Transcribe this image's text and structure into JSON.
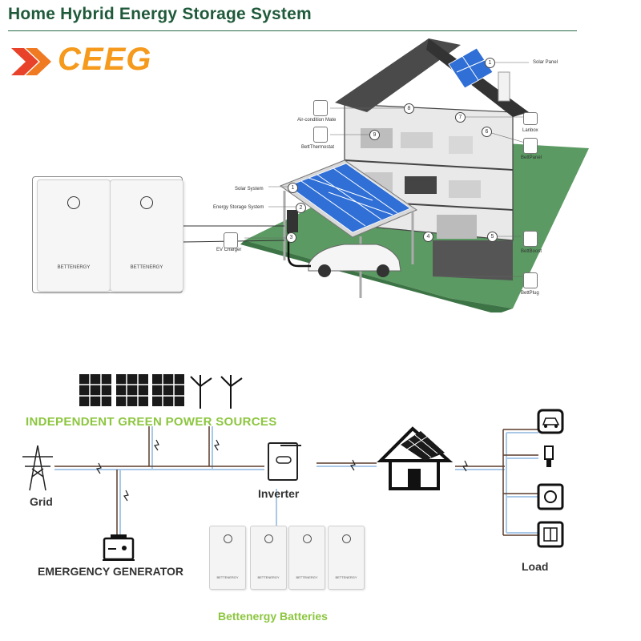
{
  "header": {
    "title": "Home Hybrid Energy Storage System",
    "logo_text": "CEEG"
  },
  "house_labels": {
    "solar_panel": "Solar Panel",
    "air_condition_mate": "Air-condition Mate",
    "bett_thermostat": "BettThermostat",
    "lanbox": "Lanbox",
    "bett_panel": "BettPanel",
    "solar_system": "Solar System",
    "energy_storage_system": "Energy Storage System",
    "ev_charger": "EV Charger",
    "bett_boost": "BettBoost",
    "bett_plug": "BettPlug"
  },
  "callout_numbers": [
    "1",
    "8",
    "7",
    "6",
    "9",
    "1",
    "2",
    "3",
    "4",
    "5"
  ],
  "battery_brand": "BETTENERGY",
  "diagram": {
    "green_sources": "INDEPENDENT GREEN POWER SOURCES",
    "grid": "Grid",
    "inverter": "Inverter",
    "emergency_generator": "EMERGENCY GENERATOR",
    "load": "Load",
    "batteries": "Bettenergy Batteries"
  },
  "colors": {
    "title": "#1f5a3a",
    "logo": "#f59a1c",
    "green_label": "#8cc63f",
    "lawn": "#5b9a62",
    "solar_blue": "#2f6fd6",
    "wire_blue": "#a9c8e8"
  }
}
